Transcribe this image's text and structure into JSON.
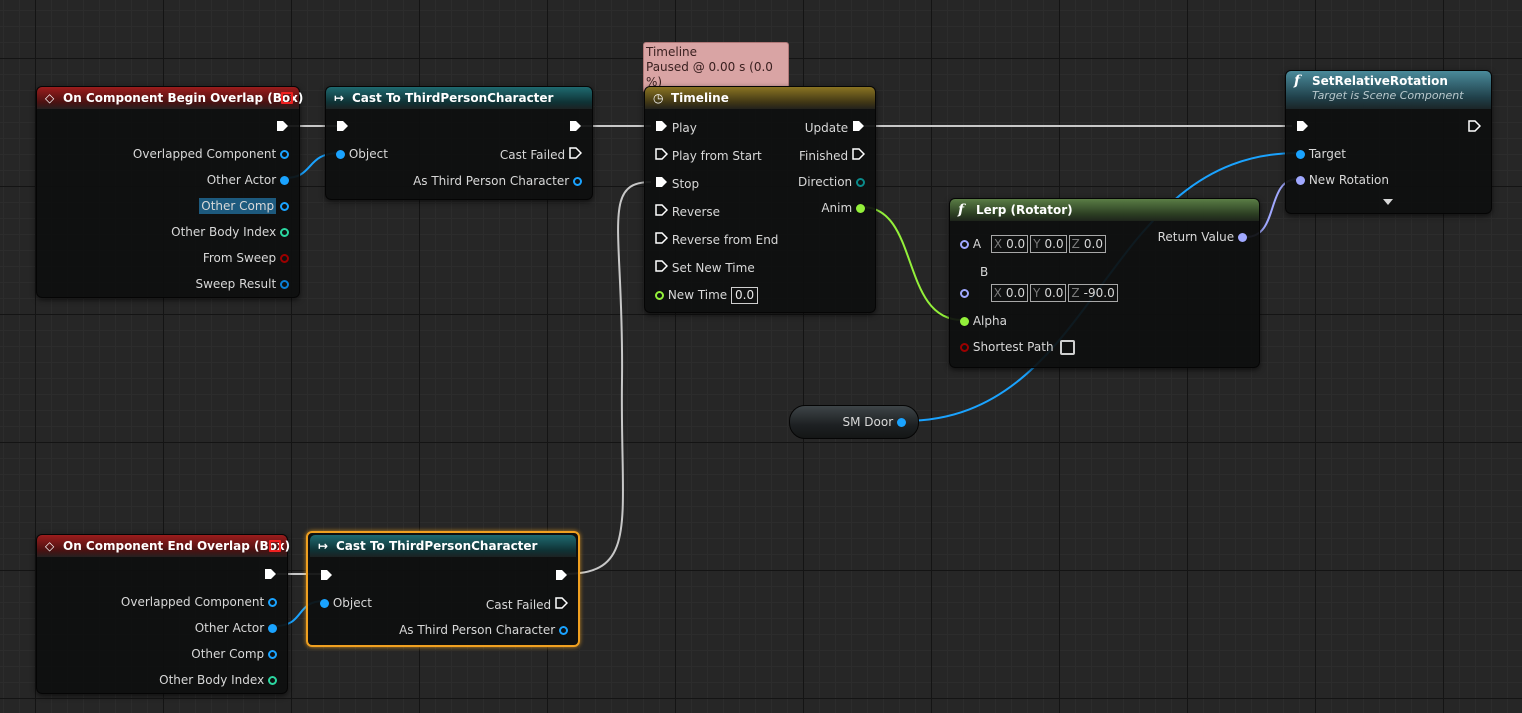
{
  "colors": {
    "exec": "#ffffff",
    "object": "#1aa3ff",
    "struct": "#0a7fd6",
    "int": "#2bd6a0",
    "bool": "#9c0000",
    "float": "#93f03a",
    "rotator": "#a0a8ff",
    "wire_exec": "#c8c8c8"
  },
  "tooltip": {
    "line1": "Timeline",
    "line2": "Paused @ 0.00 s (0.0 %)"
  },
  "begin_overlap": {
    "title": "On Component Begin Overlap (Box)",
    "pins": [
      "Overlapped Component",
      "Other Actor",
      "Other Comp",
      "Other Body Index",
      "From Sweep",
      "Sweep Result"
    ]
  },
  "cast1": {
    "title": "Cast To ThirdPersonCharacter",
    "object": "Object",
    "cast_failed": "Cast Failed",
    "as_char": "As Third Person Character"
  },
  "timeline": {
    "title": "Timeline",
    "inputs": [
      "Play",
      "Play from Start",
      "Stop",
      "Reverse",
      "Reverse from End",
      "Set New Time",
      "New Time"
    ],
    "outputs": [
      "Update",
      "Finished",
      "Direction",
      "Anim"
    ],
    "new_time_value": "0.0"
  },
  "set_rotation": {
    "title": "SetRelativeRotation",
    "subtitle": "Target is Scene Component",
    "target": "Target",
    "new_rotation": "New Rotation"
  },
  "lerp": {
    "title": "Lerp (Rotator)",
    "a": "A",
    "a_vals": {
      "x": "0.0",
      "y": "0.0",
      "z": "0.0"
    },
    "b": "B",
    "b_vals": {
      "x": "0.0",
      "y": "0.0",
      "z": "-90.0"
    },
    "alpha": "Alpha",
    "shortest_path": "Shortest Path",
    "return_value": "Return Value",
    "axis_labels": {
      "x": "X",
      "y": "Y",
      "z": "Z"
    }
  },
  "sm_door": {
    "label": "SM Door"
  },
  "end_overlap": {
    "title": "On Component End Overlap (Box)",
    "pins": [
      "Overlapped Component",
      "Other Actor",
      "Other Comp",
      "Other Body Index"
    ]
  },
  "cast2": {
    "title": "Cast To ThirdPersonCharacter",
    "object": "Object",
    "cast_failed": "Cast Failed",
    "as_char": "As Third Person Character"
  }
}
